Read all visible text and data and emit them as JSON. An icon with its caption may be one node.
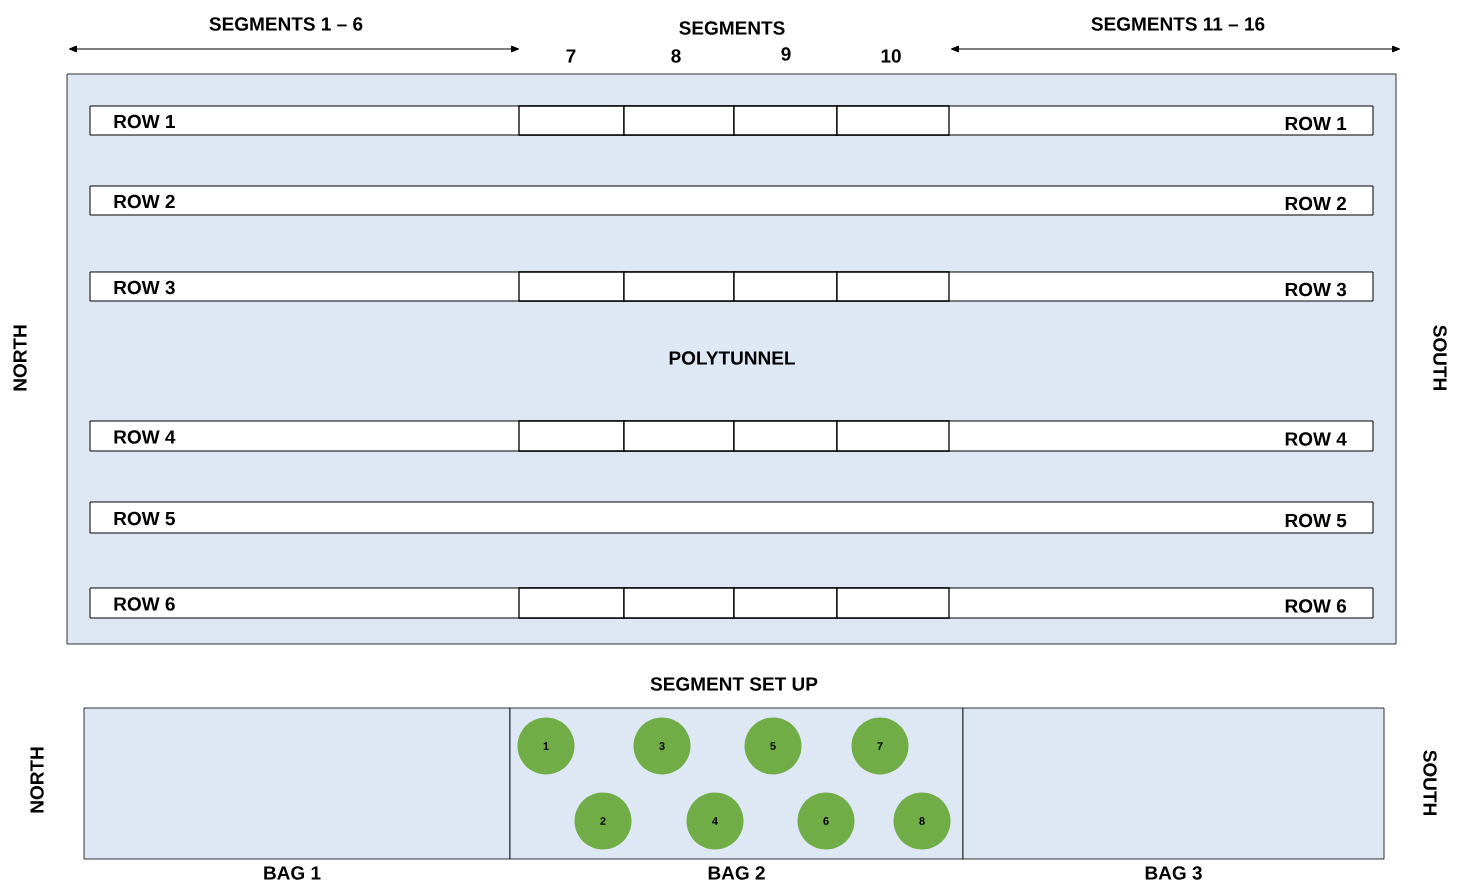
{
  "diagram": {
    "nodes": [
      {
        "text": [
          "POLYTUNNEL"
        ]
      },
      {
        "text": [
          "ROW 1",
          "ROW 1"
        ],
        "in": 0
      },
      {
        "text": [],
        "shape": "box",
        "in": 1
      },
      {
        "text": [],
        "shape": "box",
        "in": 1
      },
      {
        "text": [],
        "shape": "box",
        "in": 1
      },
      {
        "text": [],
        "shape": "box",
        "in": 1
      },
      {
        "text": [
          "ROW 2",
          "ROW 2"
        ],
        "in": 0
      },
      {
        "text": [
          "ROW 3",
          "ROW 3"
        ],
        "in": 0
      },
      {
        "text": [],
        "shape": "box",
        "in": 7
      },
      {
        "text": [],
        "shape": "box",
        "in": 7
      },
      {
        "text": [],
        "shape": "box",
        "in": 7
      },
      {
        "text": [],
        "shape": "box",
        "in": 7
      },
      {
        "text": [
          "ROW 4",
          "ROW 4"
        ],
        "in": 0
      },
      {
        "text": [],
        "shape": "box",
        "in": 12
      },
      {
        "text": [],
        "shape": "box",
        "in": 12
      },
      {
        "text": [],
        "shape": "box",
        "in": 12
      },
      {
        "text": [],
        "shape": "box",
        "in": 12
      },
      {
        "text": [
          "ROW 5",
          "ROW 5"
        ],
        "in": 0
      },
      {
        "text": [
          "ROW 6",
          "ROW 6"
        ],
        "in": 0
      },
      {
        "text": [],
        "shape": "box",
        "in": 18
      },
      {
        "text": [],
        "shape": "box",
        "in": 18
      },
      {
        "text": [],
        "shape": "box",
        "in": 18
      },
      {
        "text": [],
        "shape": "box",
        "in": 18
      },
      {
        "text": [
          "BAG 1"
        ]
      },
      {
        "text": [
          "BAG 2"
        ]
      },
      {
        "text": [
          "BAG 3"
        ]
      },
      {
        "text": [
          "1"
        ],
        "in": 24
      },
      {
        "text": [
          "2"
        ],
        "in": 24
      },
      {
        "text": [
          "3"
        ],
        "in": 24
      },
      {
        "text": [
          "4"
        ],
        "in": 24
      },
      {
        "text": [
          "5"
        ],
        "in": 24
      },
      {
        "text": [
          "6"
        ],
        "in": 24
      },
      {
        "text": [
          "7"
        ],
        "in": 24
      },
      {
        "text": [
          "8"
        ],
        "in": 24
      }
    ],
    "labels": [
      "SEGMENTS 1 – 6",
      "SEGMENTS",
      "SEGMENTS 11 – 16",
      "7",
      "8",
      "9",
      "10",
      "NORTH",
      "SOUTH",
      "SEGMENT SET UP",
      "NORTH",
      "SOUTH"
    ]
  }
}
